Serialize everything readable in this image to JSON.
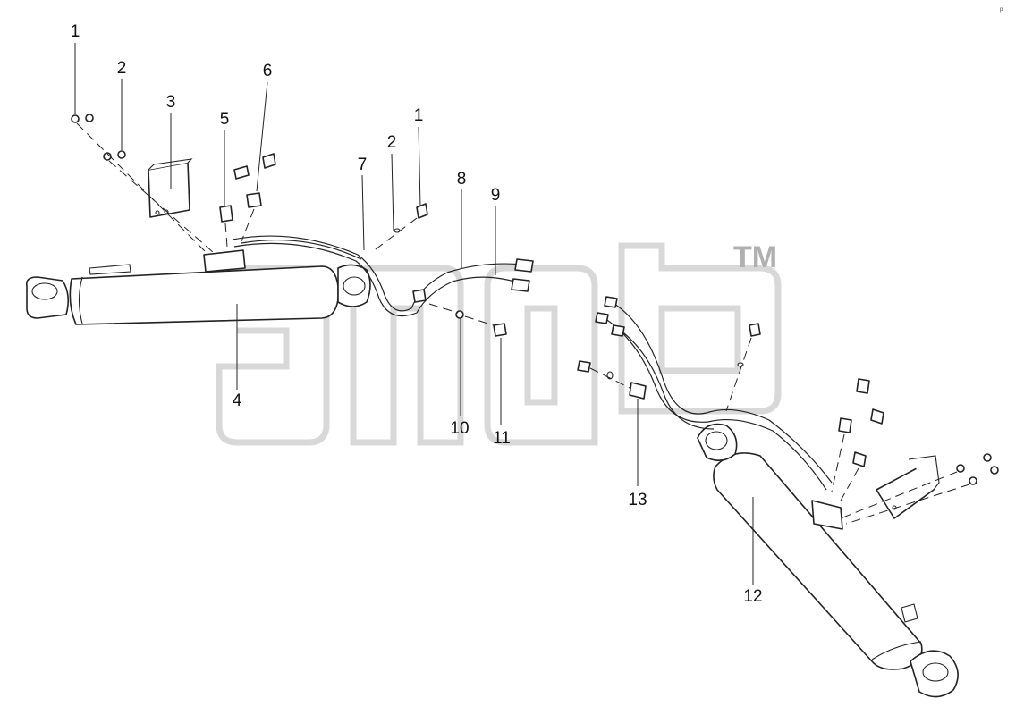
{
  "diagram": {
    "callouts": [
      {
        "id": "c1a",
        "label": "1"
      },
      {
        "id": "c2a",
        "label": "2"
      },
      {
        "id": "c3",
        "label": "3"
      },
      {
        "id": "c4",
        "label": "4"
      },
      {
        "id": "c5",
        "label": "5"
      },
      {
        "id": "c6",
        "label": "6"
      },
      {
        "id": "c7",
        "label": "7"
      },
      {
        "id": "c1b",
        "label": "1"
      },
      {
        "id": "c2b",
        "label": "2"
      },
      {
        "id": "c8",
        "label": "8"
      },
      {
        "id": "c9",
        "label": "9"
      },
      {
        "id": "c10",
        "label": "10"
      },
      {
        "id": "c11",
        "label": "11"
      },
      {
        "id": "c12",
        "label": "12"
      },
      {
        "id": "c13",
        "label": "13"
      }
    ],
    "watermark": {
      "trademark": "TM"
    },
    "corner_tag": "p"
  }
}
